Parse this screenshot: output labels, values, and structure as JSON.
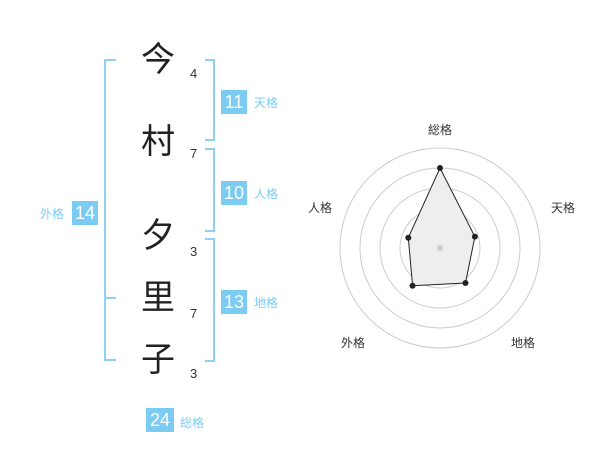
{
  "name": {
    "characters": [
      {
        "char": "今",
        "strokes": "4"
      },
      {
        "char": "村",
        "strokes": "7"
      },
      {
        "char": "夕",
        "strokes": "3"
      },
      {
        "char": "里",
        "strokes": "7"
      },
      {
        "char": "子",
        "strokes": "3"
      }
    ]
  },
  "fortunes": {
    "ten": {
      "value": "11",
      "label": "天格"
    },
    "jin": {
      "value": "10",
      "label": "人格"
    },
    "chi": {
      "value": "13",
      "label": "地格"
    },
    "gai": {
      "value": "14",
      "label": "外格"
    },
    "sou": {
      "value": "24",
      "label": "総格"
    }
  },
  "chart_data": {
    "type": "radar",
    "axes": [
      "総格",
      "天格",
      "地格",
      "外格",
      "人格"
    ],
    "values": [
      24,
      11,
      13,
      14,
      10
    ],
    "colors": {
      "accent": "#7ccbf2",
      "fill": "#eeeeee",
      "line": "#222222",
      "ring": "#cccccc"
    }
  }
}
